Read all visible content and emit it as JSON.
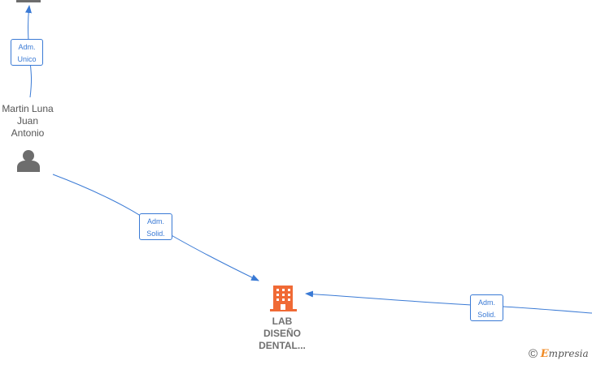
{
  "nodes": {
    "person": {
      "name_lines": [
        "Martin Luna",
        "Juan",
        "Antonio"
      ],
      "icon": "person-icon",
      "color": "#6d6d6d"
    },
    "company": {
      "name_lines": [
        "LAB",
        "DISEÑO",
        "DENTAL..."
      ],
      "icon": "building-icon",
      "color": "#f06a35"
    }
  },
  "edges": [
    {
      "id": "top",
      "label_lines": [
        "Adm.",
        "Unico"
      ]
    },
    {
      "id": "person-to-company",
      "label_lines": [
        "Adm.",
        "Solid."
      ]
    },
    {
      "id": "right-to-company",
      "label_lines": [
        "Adm.",
        "Solid."
      ]
    }
  ],
  "colors": {
    "edge": "#3a7ad5"
  },
  "watermark": {
    "copyright": "©",
    "brand_initial": "E",
    "brand_rest": "mpresia"
  }
}
